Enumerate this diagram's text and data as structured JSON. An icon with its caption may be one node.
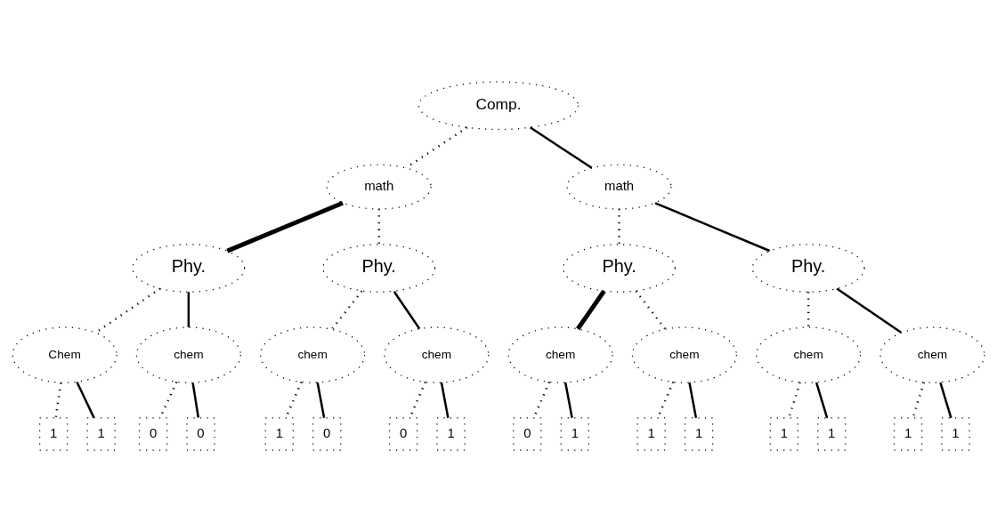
{
  "diagram": {
    "nodes": [
      {
        "text": [
          "Comp."
        ]
      },
      {
        "text": [
          "math"
        ]
      },
      {
        "text": [
          "math"
        ]
      },
      {
        "text": [
          "Phy."
        ]
      },
      {
        "text": [
          "Phy."
        ]
      },
      {
        "text": [
          "Phy."
        ]
      },
      {
        "text": [
          "Phy."
        ]
      },
      {
        "text": [
          "Chem"
        ]
      },
      {
        "text": [
          "chem"
        ]
      },
      {
        "text": [
          "chem"
        ]
      },
      {
        "text": [
          "chem"
        ]
      },
      {
        "text": [
          "chem"
        ]
      },
      {
        "text": [
          "chem"
        ]
      },
      {
        "text": [
          "chem"
        ]
      },
      {
        "text": [
          "chem"
        ]
      },
      {
        "text": [
          "1"
        ]
      },
      {
        "text": [
          "1"
        ]
      },
      {
        "text": [
          "0"
        ]
      },
      {
        "text": [
          "0"
        ]
      },
      {
        "text": [
          "1"
        ]
      },
      {
        "text": [
          "0"
        ]
      },
      {
        "text": [
          "0"
        ]
      },
      {
        "text": [
          "1"
        ]
      },
      {
        "text": [
          "0"
        ]
      },
      {
        "text": [
          "1"
        ]
      },
      {
        "text": [
          "1"
        ]
      },
      {
        "text": [
          "1"
        ]
      },
      {
        "text": [
          "1"
        ]
      },
      {
        "text": [
          "1"
        ]
      },
      {
        "text": [
          "1"
        ]
      },
      {
        "text": [
          "1"
        ]
      }
    ],
    "edges": [
      {
        "from": 0,
        "to": 1,
        "arrow": "none",
        "style": "dashed"
      },
      {
        "from": 0,
        "to": 2,
        "arrow": "none"
      },
      {
        "from": 1,
        "to": 3,
        "arrow": "none",
        "style": "thick"
      },
      {
        "from": 1,
        "to": 4,
        "arrow": "none",
        "style": "dashed"
      },
      {
        "from": 2,
        "to": 5,
        "arrow": "none",
        "style": "dashed"
      },
      {
        "from": 2,
        "to": 6,
        "arrow": "none"
      },
      {
        "from": 3,
        "to": 7,
        "arrow": "none",
        "style": "dashed"
      },
      {
        "from": 3,
        "to": 8,
        "arrow": "none"
      },
      {
        "from": 4,
        "to": 9,
        "arrow": "none",
        "style": "dashed"
      },
      {
        "from": 4,
        "to": 10,
        "arrow": "none"
      },
      {
        "from": 5,
        "to": 11,
        "arrow": "none",
        "style": "thick"
      },
      {
        "from": 5,
        "to": 12,
        "arrow": "none",
        "style": "dashed"
      },
      {
        "from": 6,
        "to": 13,
        "arrow": "none",
        "style": "dashed"
      },
      {
        "from": 6,
        "to": 14,
        "arrow": "none"
      },
      {
        "from": 7,
        "to": 15,
        "arrow": "none",
        "style": "dashed"
      },
      {
        "from": 7,
        "to": 16,
        "arrow": "none"
      },
      {
        "from": 8,
        "to": 17,
        "arrow": "none",
        "style": "dashed"
      },
      {
        "from": 8,
        "to": 18,
        "arrow": "none"
      },
      {
        "from": 9,
        "to": 19,
        "arrow": "none",
        "style": "dashed"
      },
      {
        "from": 9,
        "to": 20,
        "arrow": "none"
      },
      {
        "from": 10,
        "to": 21,
        "arrow": "none",
        "style": "dashed"
      },
      {
        "from": 10,
        "to": 22,
        "arrow": "none"
      },
      {
        "from": 11,
        "to": 23,
        "arrow": "none",
        "style": "dashed"
      },
      {
        "from": 11,
        "to": 24,
        "arrow": "none"
      },
      {
        "from": 12,
        "to": 25,
        "arrow": "none",
        "style": "dashed"
      },
      {
        "from": 12,
        "to": 26,
        "arrow": "none"
      },
      {
        "from": 13,
        "to": 27,
        "arrow": "none",
        "style": "dashed"
      },
      {
        "from": 13,
        "to": 28,
        "arrow": "none"
      },
      {
        "from": 14,
        "to": 29,
        "arrow": "none",
        "style": "dashed"
      },
      {
        "from": 14,
        "to": 30,
        "arrow": "none"
      }
    ]
  }
}
